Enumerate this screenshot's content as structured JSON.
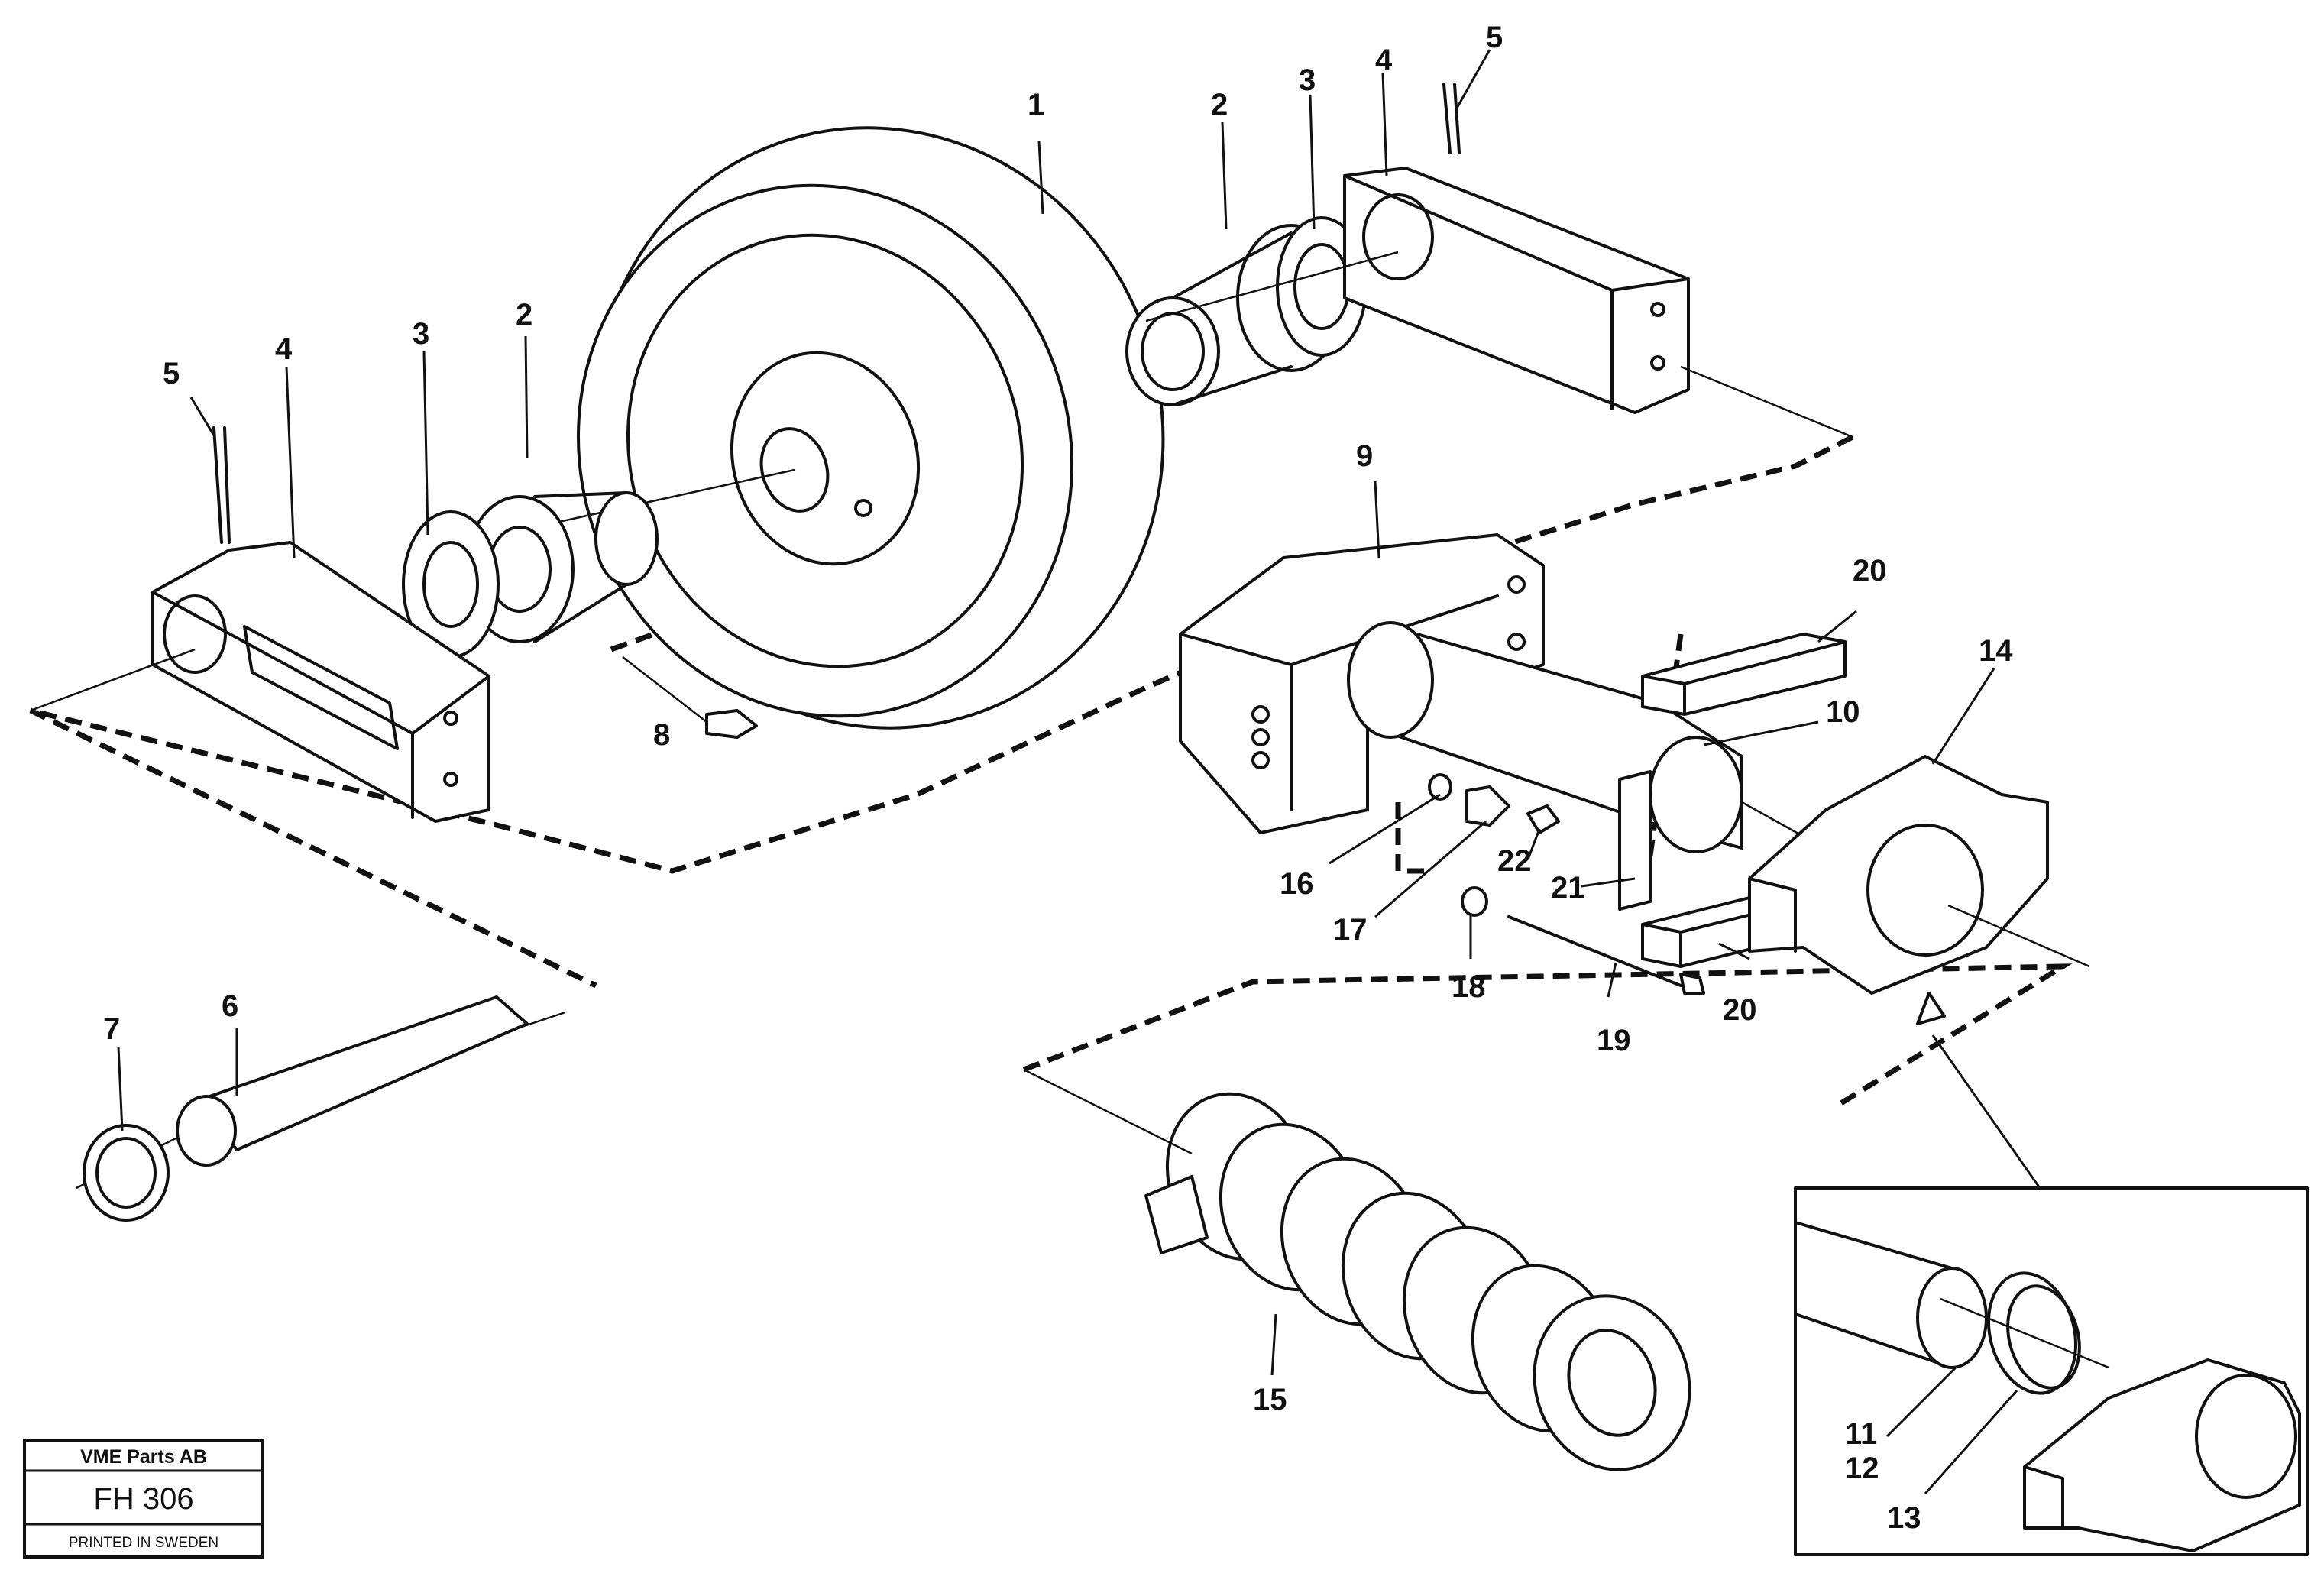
{
  "title_block": {
    "company": "VME Parts AB",
    "code": "FH 306",
    "footer": "PRINTED IN SWEDEN"
  },
  "callouts": {
    "c1": "1",
    "c2a": "2",
    "c2b": "2",
    "c3a": "3",
    "c3b": "3",
    "c4a": "4",
    "c4b": "4",
    "c5a": "5",
    "c5b": "5",
    "c6": "6",
    "c7": "7",
    "c8": "8",
    "c9": "9",
    "c10": "10",
    "c11": "11",
    "c12": "12",
    "c13": "13",
    "c14": "14",
    "c15": "15",
    "c16": "16",
    "c17": "17",
    "c18": "18",
    "c19": "19",
    "c20a": "20",
    "c20b": "20",
    "c21": "21",
    "c22": "22"
  }
}
